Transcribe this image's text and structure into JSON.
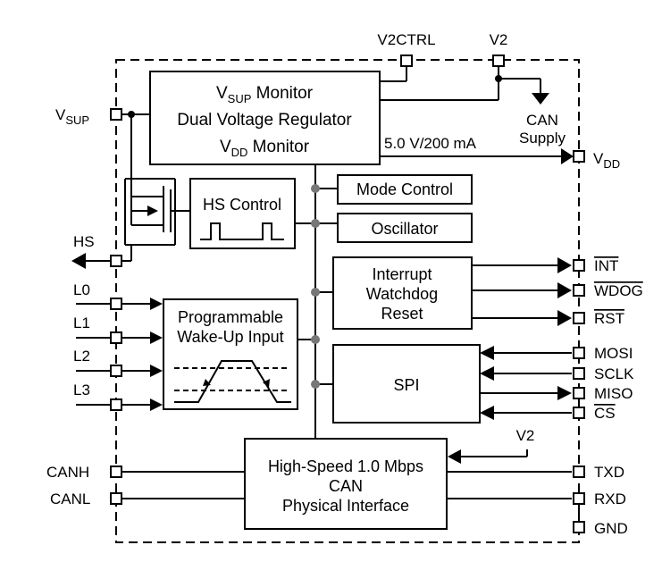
{
  "top_pins": {
    "v2ctrl": "V2CTRL",
    "v2": "V2"
  },
  "regulator": {
    "line1_main": "V",
    "line1_sub": "SUP",
    "line1_rest": " Monitor",
    "line2": "Dual Voltage Regulator",
    "line3_main": "V",
    "line3_sub": "DD",
    "line3_rest": " Monitor"
  },
  "can_supply": {
    "line1": "CAN",
    "line2": "Supply"
  },
  "output_rating": "5.0 V/200 mA",
  "left_pins": {
    "vsup_main": "V",
    "vsup_sub": "SUP",
    "hs": "HS",
    "l0": "L0",
    "l1": "L1",
    "l2": "L2",
    "l3": "L3",
    "canh": "CANH",
    "canl": "CANL"
  },
  "right_pins": {
    "vdd_main": "V",
    "vdd_sub": "DD",
    "int": "INT",
    "wdog": "WDOG",
    "rst": "RST",
    "mosi": "MOSI",
    "sclk": "SCLK",
    "miso": "MISO",
    "cs": "CS",
    "txd": "TXD",
    "rxd": "RXD",
    "gnd": "GND"
  },
  "blocks": {
    "hs_control": "HS Control",
    "mode_control": "Mode Control",
    "oscillator": "Oscillator",
    "interrupt": {
      "line1": "Interrupt",
      "line2": "Watchdog",
      "line3": "Reset"
    },
    "wakeup": {
      "line1": "Programmable",
      "line2": "Wake-Up Input"
    },
    "spi": "SPI",
    "can": {
      "line1": "High-Speed 1.0 Mbps",
      "line2": "CAN",
      "line3": "Physical Interface"
    }
  },
  "can_v2_label": "V2"
}
